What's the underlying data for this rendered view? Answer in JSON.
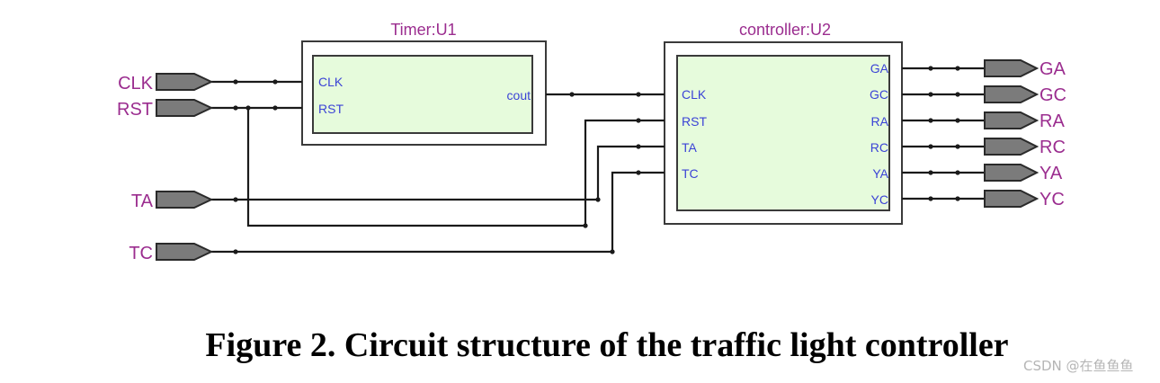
{
  "blocks": {
    "timer": {
      "title": "Timer:U1",
      "ports_in": [
        "CLK",
        "RST"
      ],
      "port_out": "cout"
    },
    "controller": {
      "title": "controller:U2",
      "ports_in": [
        "CLK",
        "RST",
        "TA",
        "TC"
      ],
      "ports_out": [
        "GA",
        "GC",
        "RA",
        "RC",
        "YA",
        "YC"
      ]
    }
  },
  "inputs": [
    "CLK",
    "RST",
    "TA",
    "TC"
  ],
  "outputs": [
    "GA",
    "GC",
    "RA",
    "RC",
    "YA",
    "YC"
  ],
  "caption": "Figure 2. Circuit structure of the traffic light controller",
  "watermark": "CSDN @在鱼鱼鱼"
}
